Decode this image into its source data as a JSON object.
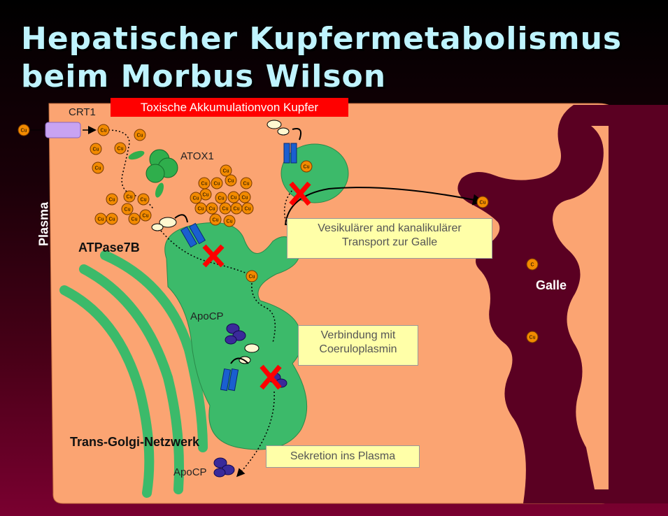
{
  "title": {
    "line1": "Hepatischer Kupfermetabolismus",
    "line2": "beim Morbus Wilson"
  },
  "labels": {
    "warning": "Toxische Akkumulationvon Kupfer",
    "crt1": "CRT1",
    "atox1": "ATOX1",
    "atpase": "ATPase7B",
    "plasma": "Plasma",
    "apocp_top": "ApoCP",
    "apocp_bottom": "ApoCP",
    "trans_golgi": "Trans-Golgi-Netzwerk",
    "galle": "Galle",
    "cu": "Cu",
    "c": "C"
  },
  "boxes": {
    "transport": [
      "Vesikulärer and kanalikulärer",
      "Transport zur Galle"
    ],
    "verbindung": [
      "Verbindung mit",
      "Coeruloplasmin"
    ],
    "sekretion": "Sekretion ins Plasma"
  },
  "colors": {
    "cell": "#fba472",
    "golgi": "#3cba6a",
    "bile": "#5a0022",
    "copper": "#f28a00",
    "title": "#bff4ff",
    "warning": "#ff0000",
    "note_box": "#ffffa8",
    "block_x": "#ff0000"
  }
}
